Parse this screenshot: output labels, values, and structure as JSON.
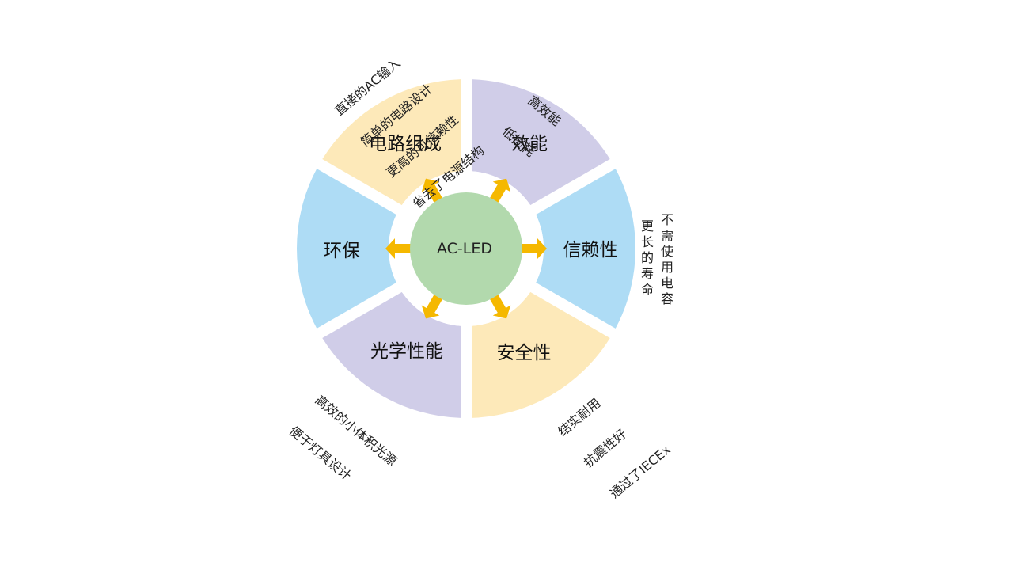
{
  "center": {
    "label": "AC-LED",
    "color": "#b2d9ad"
  },
  "arrow_color": "#f5b800",
  "segments": [
    {
      "id": "circuit",
      "label": "电路组成",
      "color": "#fde9b9",
      "notes": [
        "直接的AC输入",
        "简单的电路设计",
        "更高的可信赖性",
        "省去了电源结构"
      ]
    },
    {
      "id": "efficiency",
      "label": "效能",
      "color": "#d0cde8",
      "notes": [
        "高效能",
        "低损耗"
      ]
    },
    {
      "id": "reliability",
      "label": "信赖性",
      "color": "#aedcf5",
      "notes": [
        "不需使用电容",
        "更长的寿命"
      ]
    },
    {
      "id": "safety",
      "label": "安全性",
      "color": "#fde9b9",
      "notes": [
        "结实耐用",
        "抗震性好",
        "通过了IECEx"
      ]
    },
    {
      "id": "optics",
      "label": "光学性能",
      "color": "#d0cde8",
      "notes": [
        "高效的小体积光源",
        "便于灯具设计"
      ]
    },
    {
      "id": "eco",
      "label": "环保",
      "color": "#aedcf5",
      "notes": []
    }
  ]
}
